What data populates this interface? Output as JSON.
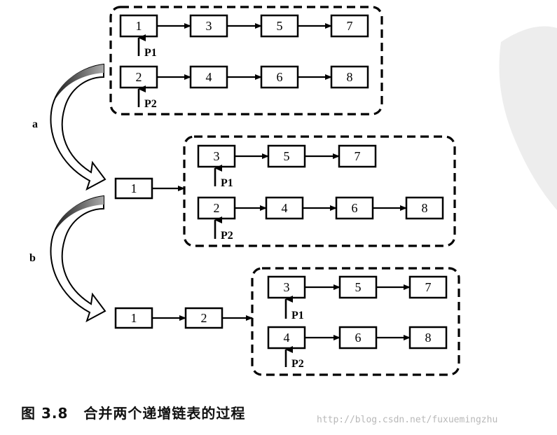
{
  "stage1": {
    "list1": [
      "1",
      "3",
      "5",
      "7"
    ],
    "list2": [
      "2",
      "4",
      "6",
      "8"
    ],
    "p1": "P1",
    "p2": "P2"
  },
  "transition_a": "a",
  "stage2": {
    "merged": [
      "1"
    ],
    "list1": [
      "3",
      "5",
      "7"
    ],
    "list2": [
      "2",
      "4",
      "6",
      "8"
    ],
    "p1": "P1",
    "p2": "P2"
  },
  "transition_b": "b",
  "stage3": {
    "merged": [
      "1",
      "2"
    ],
    "list1": [
      "3",
      "5",
      "7"
    ],
    "list2": [
      "4",
      "6",
      "8"
    ],
    "p1": "P1",
    "p2": "P2"
  },
  "caption": {
    "figure_number": "图 3.8",
    "title": "合并两个递增链表的过程"
  },
  "watermark": "http://blog.csdn.net/fuxuemingzhu"
}
